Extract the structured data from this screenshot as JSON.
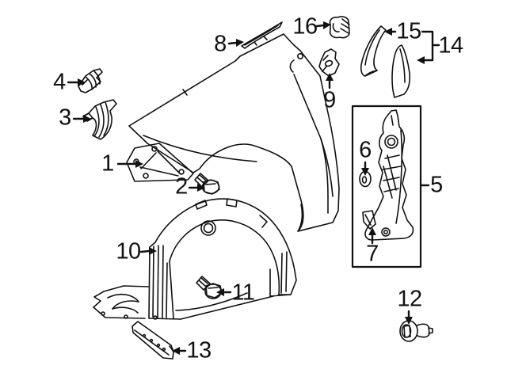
{
  "canvas": {
    "background": "#ffffff",
    "ink": "#111111"
  },
  "callouts": [
    {
      "label": "1"
    },
    {
      "label": "2"
    },
    {
      "label": "3"
    },
    {
      "label": "4"
    },
    {
      "label": "5"
    },
    {
      "label": "6"
    },
    {
      "label": "7"
    },
    {
      "label": "8"
    },
    {
      "label": "9"
    },
    {
      "label": "10"
    },
    {
      "label": "11"
    },
    {
      "label": "12"
    },
    {
      "label": "13"
    },
    {
      "label": "14"
    },
    {
      "label": "15"
    },
    {
      "label": "16"
    }
  ]
}
